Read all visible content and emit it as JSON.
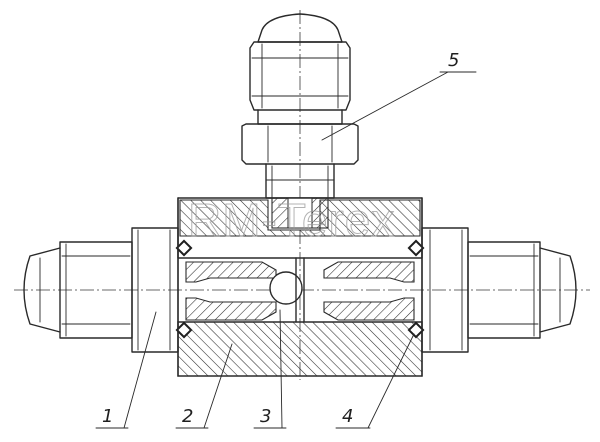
{
  "watermark": "RM-Terex",
  "callouts": {
    "c1": "1",
    "c2": "2",
    "c3": "3",
    "c4": "4",
    "c5": "5"
  }
}
